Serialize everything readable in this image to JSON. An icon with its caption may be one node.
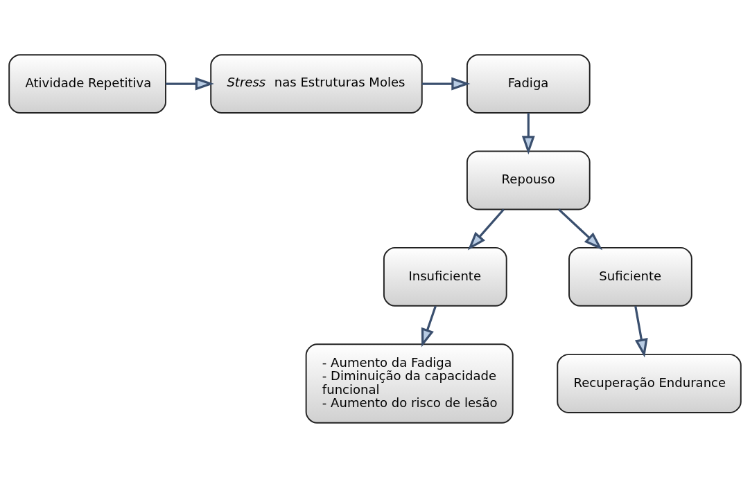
{
  "diagram": {
    "nodes": [
      {
        "text": [
          "Atividade Repetitiva"
        ]
      },
      {
        "text": [
          "*Stress* nas Estruturas Moles"
        ]
      },
      {
        "text": [
          "Fadiga"
        ]
      },
      {
        "text": [
          "Repouso"
        ]
      },
      {
        "text": [
          "Insuficiente"
        ]
      },
      {
        "text": [
          "Suficiente"
        ]
      },
      {
        "text": [
          "- Aumento da Fadiga",
          "- Diminuição da capacidade funcional",
          "- Aumento do risco de lesão"
        ]
      },
      {
        "text": [
          "Recuperação Endurance"
        ]
      }
    ],
    "edges": [
      {
        "from": 0,
        "to": 1,
        "arrow": "to"
      },
      {
        "from": 1,
        "to": 2,
        "arrow": "to"
      },
      {
        "from": 2,
        "to": 3,
        "arrow": "to"
      },
      {
        "from": 3,
        "to": 4,
        "arrow": "to"
      },
      {
        "from": 3,
        "to": 5,
        "arrow": "to"
      },
      {
        "from": 4,
        "to": 6,
        "arrow": "to"
      },
      {
        "from": 5,
        "to": 7,
        "arrow": "to"
      }
    ]
  }
}
